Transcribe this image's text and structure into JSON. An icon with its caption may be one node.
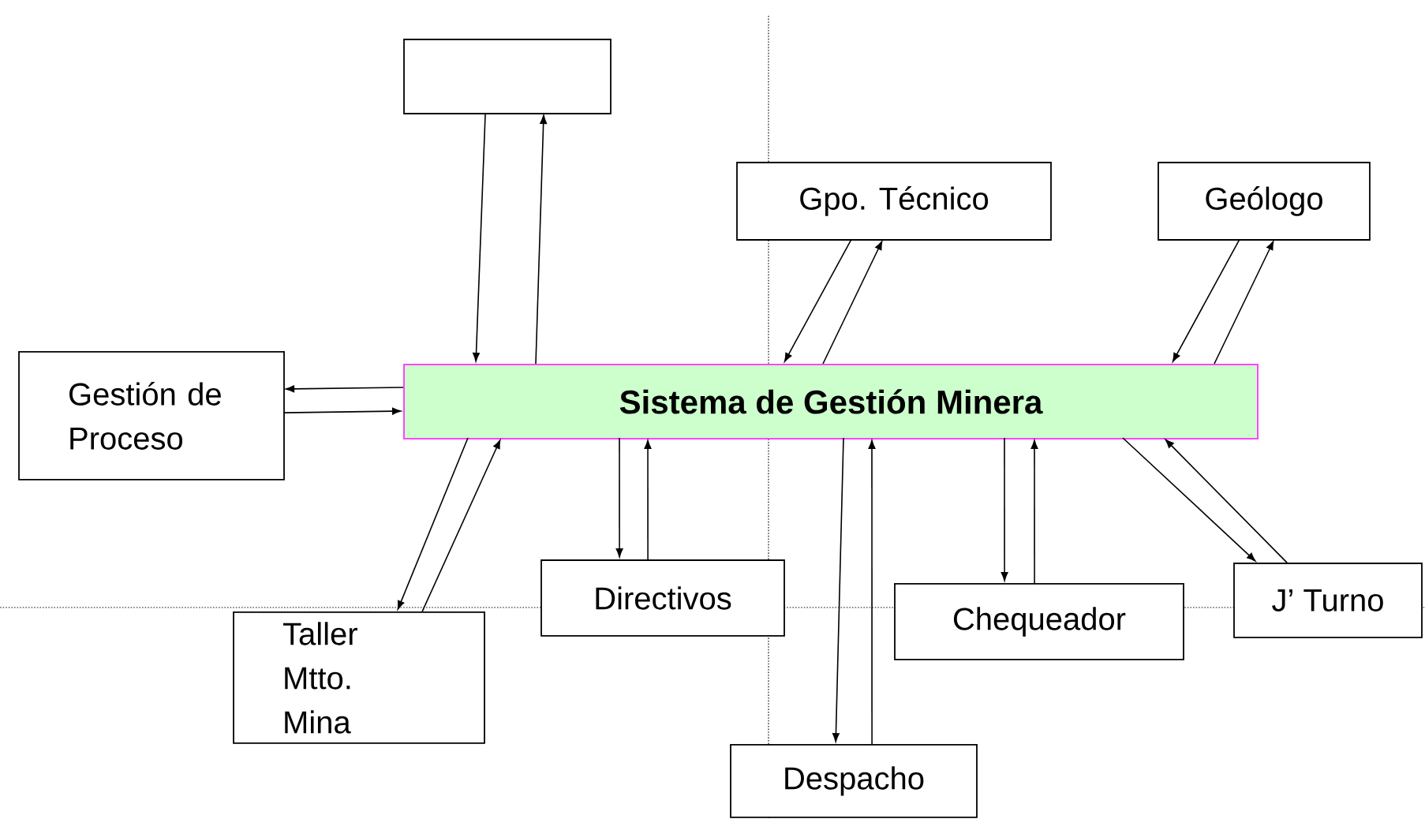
{
  "diagram": {
    "nodes": [
      {
        "text": [],
        "shape": "box"
      },
      {
        "text": [
          "Gpo. Técnico"
        ]
      },
      {
        "text": [
          "Geólogo"
        ]
      },
      {
        "text": [
          "Gestión de Proceso"
        ]
      },
      {
        "text": [
          "Sistema de Gestión Minera"
        ]
      },
      {
        "text": [
          "Directivos"
        ]
      },
      {
        "text": [
          "Chequeador"
        ]
      },
      {
        "text": [
          "J’ Turno"
        ]
      },
      {
        "text": [
          "Taller Mtto. Mina"
        ]
      },
      {
        "text": [
          "Despacho"
        ]
      }
    ],
    "edges": [
      {
        "from": 0,
        "to": 4,
        "arrow": "to"
      },
      {
        "from": 4,
        "to": 0,
        "arrow": "to"
      },
      {
        "from": 1,
        "to": 4,
        "arrow": "to"
      },
      {
        "from": 4,
        "to": 1,
        "arrow": "to"
      },
      {
        "from": 2,
        "to": 4,
        "arrow": "to"
      },
      {
        "from": 4,
        "to": 2,
        "arrow": "to"
      },
      {
        "from": 4,
        "to": 3,
        "arrow": "to"
      },
      {
        "from": 3,
        "to": 4,
        "arrow": "to"
      },
      {
        "from": 4,
        "to": 8,
        "arrow": "to"
      },
      {
        "from": 8,
        "to": 4,
        "arrow": "to"
      },
      {
        "from": 4,
        "to": 5,
        "arrow": "to"
      },
      {
        "from": 5,
        "to": 4,
        "arrow": "to"
      },
      {
        "from": 4,
        "to": 9,
        "arrow": "to"
      },
      {
        "from": 9,
        "to": 4,
        "arrow": "to"
      },
      {
        "from": 4,
        "to": 6,
        "arrow": "to"
      },
      {
        "from": 6,
        "to": 4,
        "arrow": "to"
      },
      {
        "from": 4,
        "to": 7,
        "arrow": "to"
      },
      {
        "from": 7,
        "to": 4,
        "arrow": "to"
      }
    ]
  }
}
